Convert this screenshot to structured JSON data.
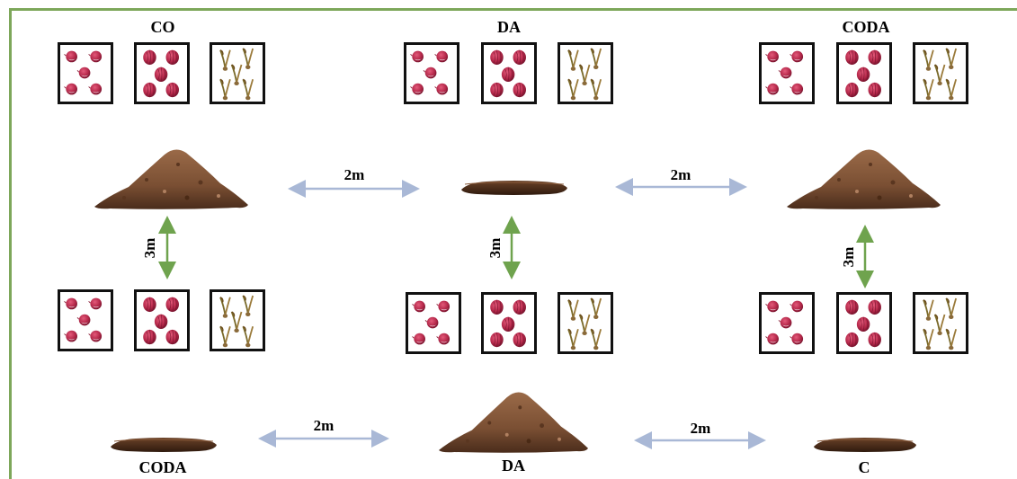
{
  "plots": [
    {
      "id": "top-left",
      "label": "CO",
      "heap": "large"
    },
    {
      "id": "top-center",
      "label": "DA",
      "heap": "flat"
    },
    {
      "id": "top-right",
      "label": "CODA",
      "heap": "large"
    },
    {
      "id": "bottom-left",
      "label": "CODA",
      "heap": "flat"
    },
    {
      "id": "bottom-center",
      "label": "DA",
      "heap": "large"
    },
    {
      "id": "bottom-right",
      "label": "C",
      "heap": "flat"
    }
  ],
  "crop_tiles": [
    "onion-bulbs-sliced-icon",
    "onion-bulbs-whole-icon",
    "onion-seedlings-icon"
  ],
  "spacing": {
    "horizontal": "2m",
    "vertical": "3m"
  },
  "colors": {
    "frame": "#7da75a",
    "horizontal_arrow": "#a9b8d6",
    "vertical_arrow": "#6fa34e",
    "soil": "#7a4f33",
    "onion": "#b5284a"
  }
}
